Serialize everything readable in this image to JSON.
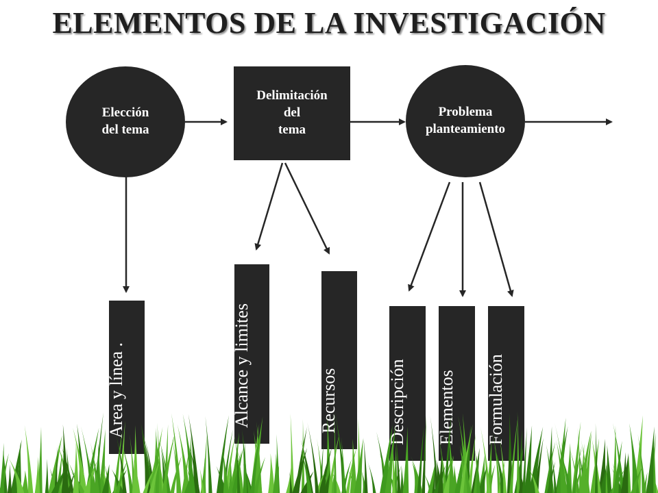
{
  "title": "ELEMENTOS DE LA INVESTIGACIÓN",
  "nodes": {
    "eleccion": "Elección\ndel tema",
    "delimitacion": "Delimitación\ndel\ntema",
    "problema": "Problema\nplanteamiento"
  },
  "leaves": {
    "area": "Area y línea .",
    "alcance": "Alcance y limites",
    "recursos": "Recursos",
    "descripcion": "Descripción",
    "elementos": "Elementos",
    "formulacion": "Formulación"
  },
  "colors": {
    "node_fill": "#262626",
    "node_text": "#ffffff",
    "grass": "#3f9a1e"
  }
}
